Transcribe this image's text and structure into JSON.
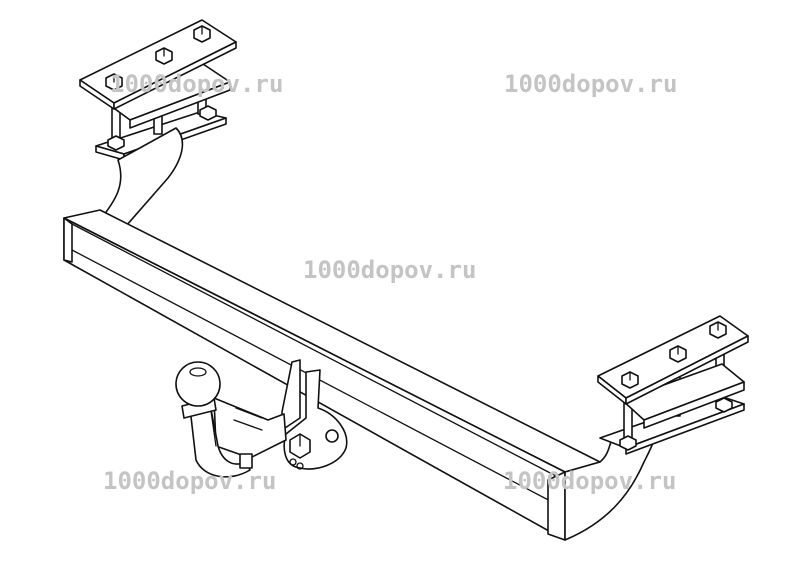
{
  "watermarks": [
    "1000dopov.ru",
    "1000dopov.ru",
    "1000dopov.ru",
    "1000dopov.ru",
    "1000dopov.ru"
  ],
  "colors": {
    "line": "#111111",
    "watermark": "#c4c4c4",
    "background": "#ffffff"
  }
}
